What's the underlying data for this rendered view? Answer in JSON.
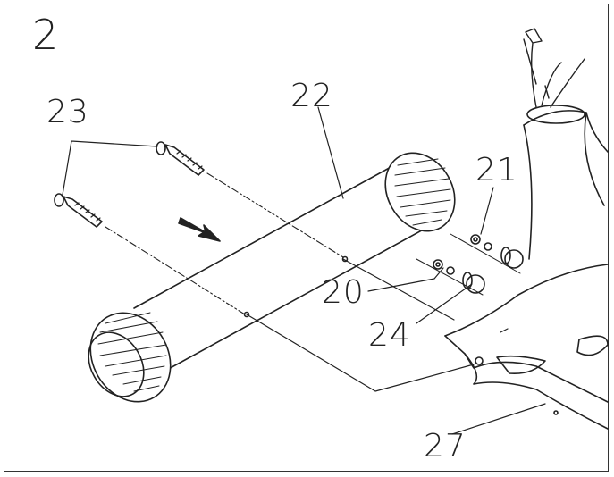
{
  "step_number": "2",
  "labels": {
    "bolts": "23",
    "stabilizer": "22",
    "washer": "21",
    "curved_washer": "20",
    "cap_nut": "24",
    "main_frame": "27"
  },
  "colors": {
    "line": "#222222",
    "background": "#ffffff"
  }
}
